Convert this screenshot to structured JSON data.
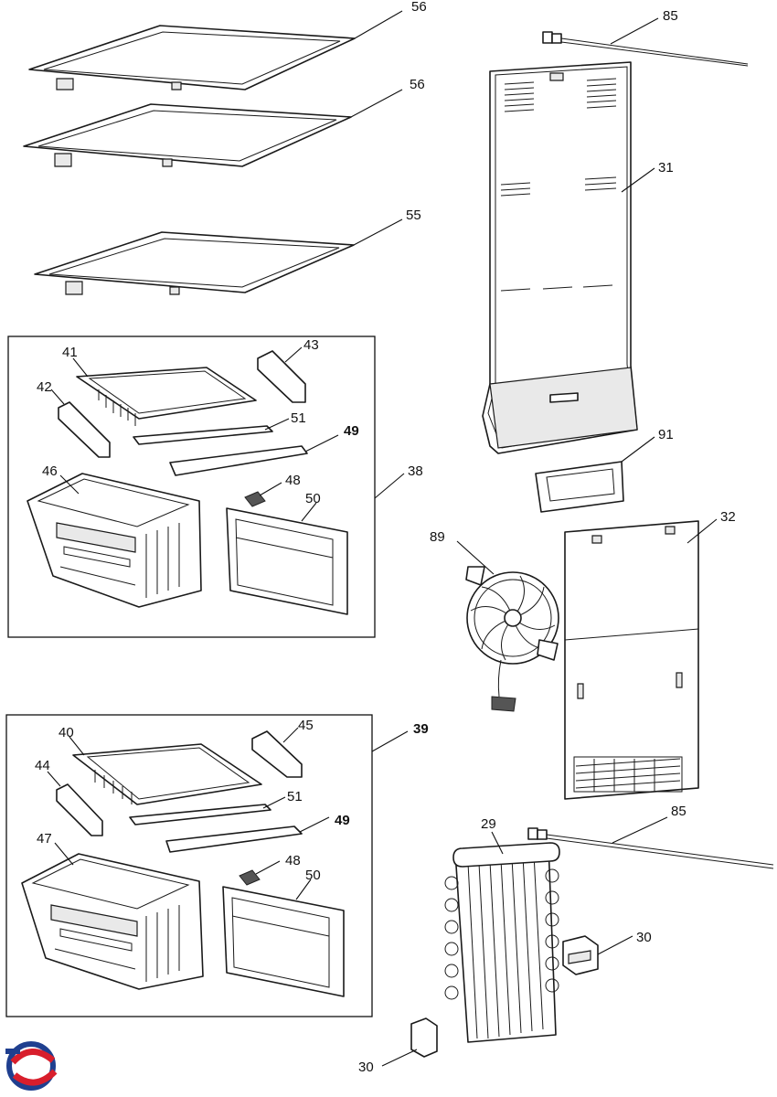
{
  "callouts": {
    "c56a": "56",
    "c56b": "56",
    "c55": "55",
    "c85a": "85",
    "c31": "31",
    "c41": "41",
    "c43": "43",
    "c42": "42",
    "c51a": "51",
    "c49a": "49",
    "c38": "38",
    "c46": "46",
    "c48a": "48",
    "c50a": "50",
    "c91": "91",
    "c89": "89",
    "c32": "32",
    "c39": "39",
    "c40": "40",
    "c45": "45",
    "c44": "44",
    "c51b": "51",
    "c49b": "49",
    "c85b": "85",
    "c29": "29",
    "c47": "47",
    "c48b": "48",
    "c50b": "50",
    "c30a": "30",
    "c30b": "30"
  },
  "colors": {
    "line": "#1a1a1a",
    "logo_blue": "#1f3f8f",
    "logo_red": "#d81e2c"
  },
  "logo": {
    "icon": "brand-swirl-icon"
  }
}
